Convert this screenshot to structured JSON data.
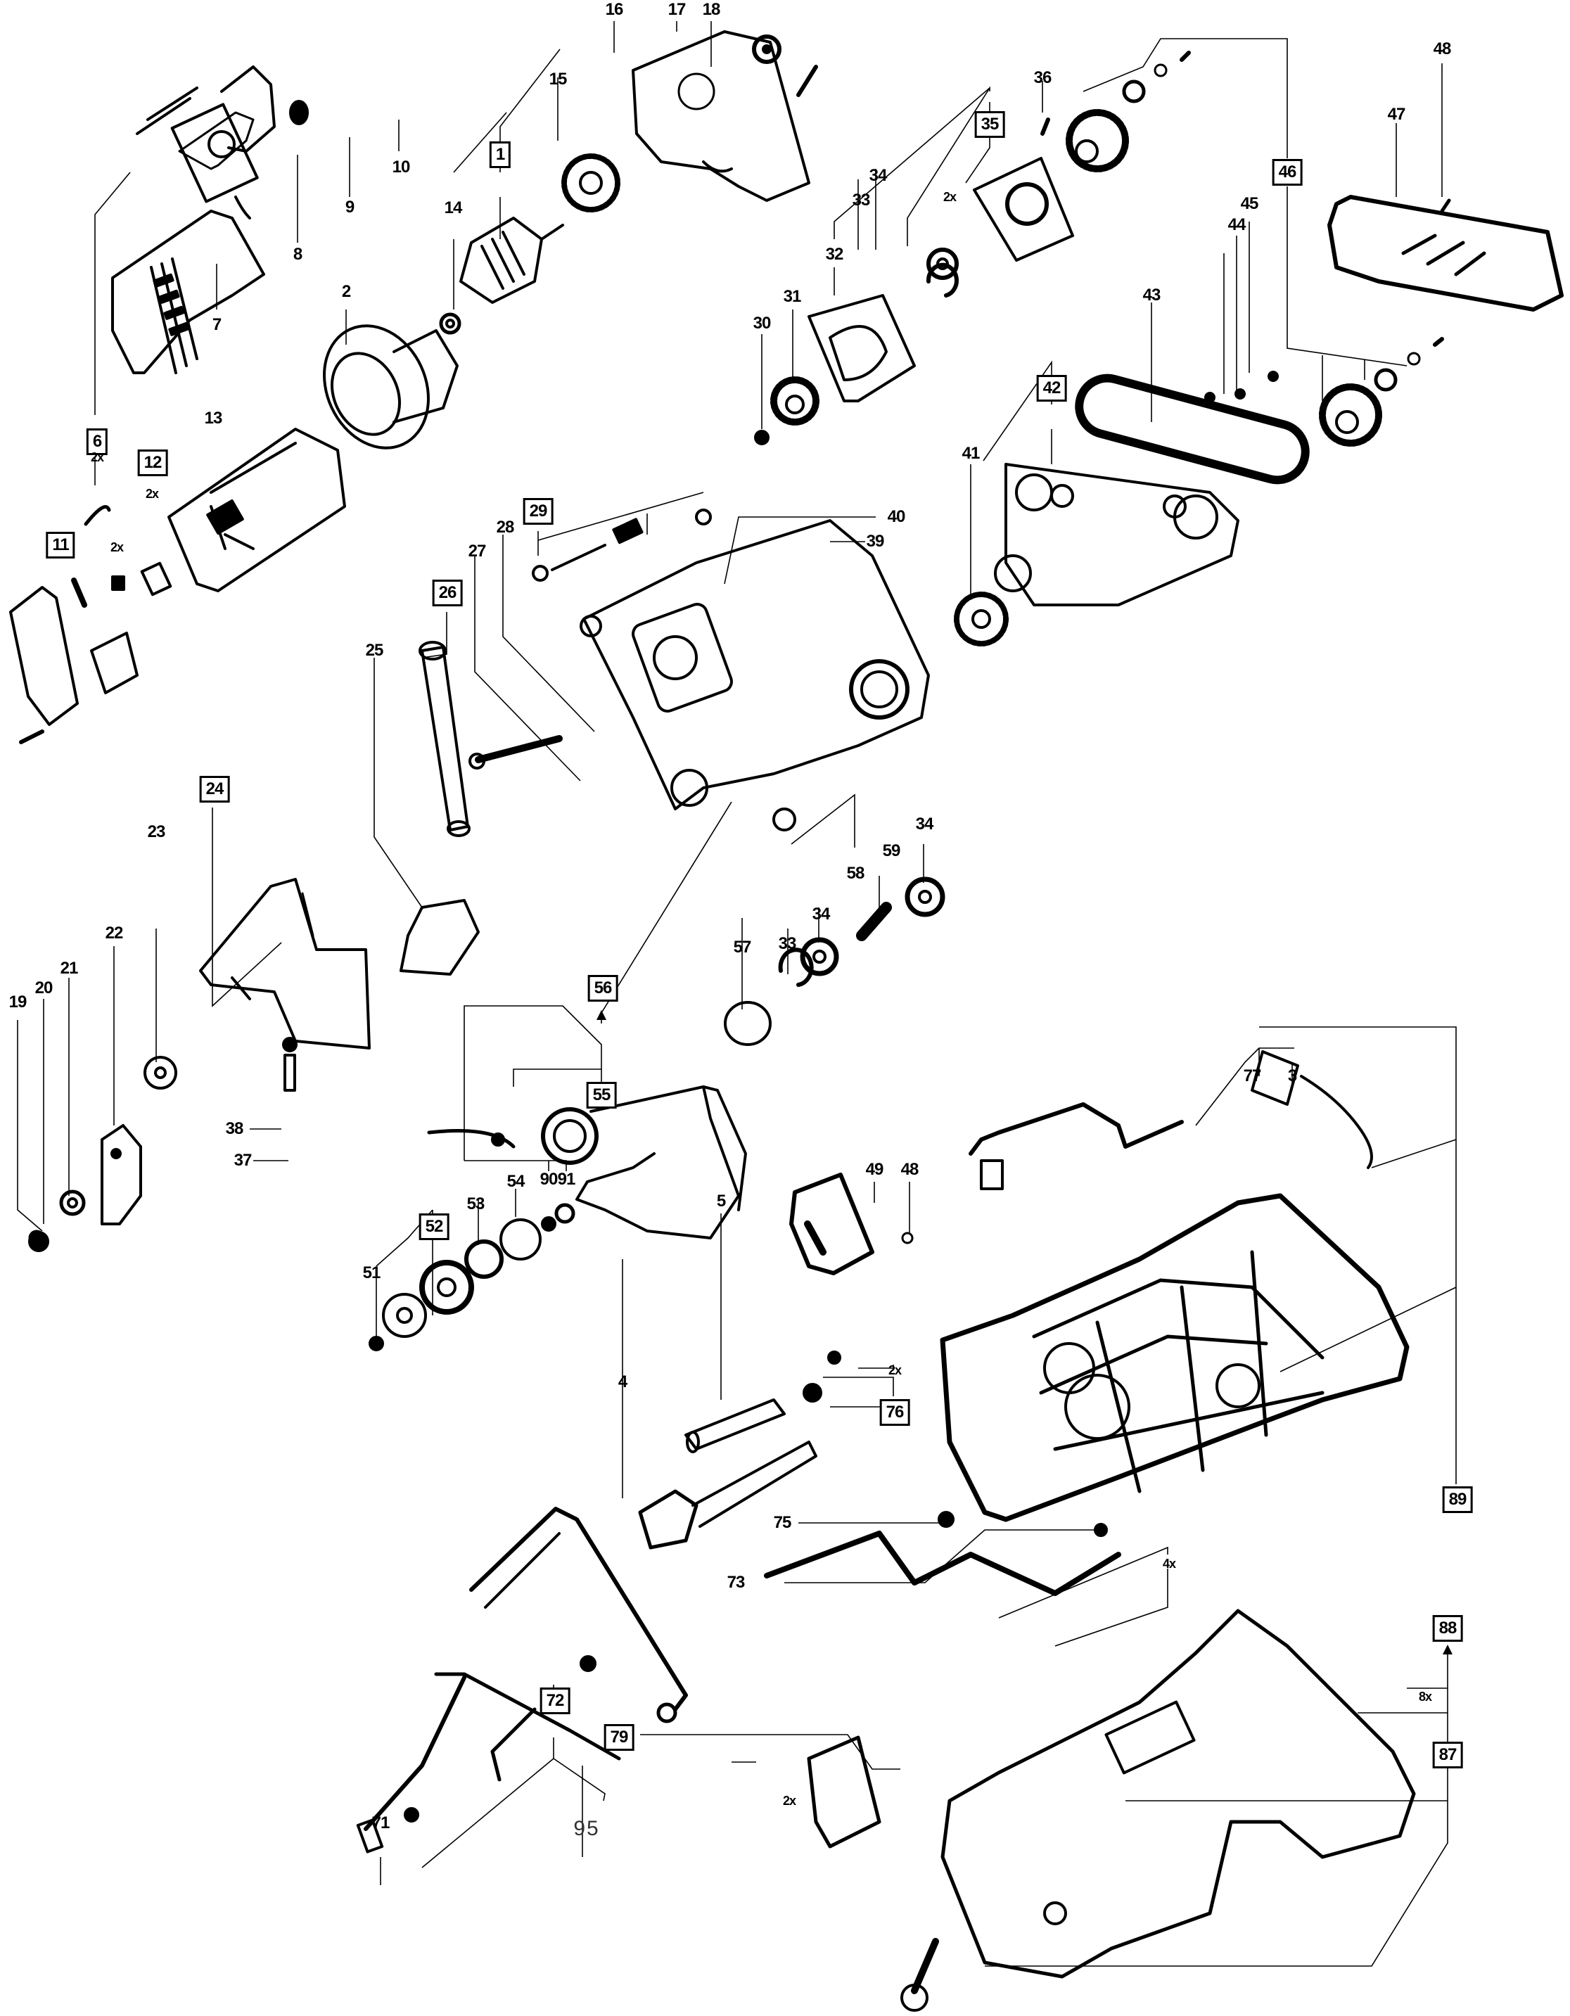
{
  "diagram": {
    "title": "Exploded parts diagram",
    "colors": {
      "ink": "#000000",
      "background": "#ffffff",
      "label_95": "#333333"
    },
    "part_labels": [
      {
        "id": "1",
        "boxed": true
      },
      {
        "id": "2",
        "boxed": false
      },
      {
        "id": "3",
        "boxed": false
      },
      {
        "id": "4",
        "boxed": false
      },
      {
        "id": "5",
        "boxed": false
      },
      {
        "id": "6",
        "boxed": true
      },
      {
        "id": "7",
        "boxed": false
      },
      {
        "id": "8",
        "boxed": false
      },
      {
        "id": "9",
        "boxed": false
      },
      {
        "id": "10",
        "boxed": false
      },
      {
        "id": "11",
        "boxed": true
      },
      {
        "id": "12",
        "boxed": true
      },
      {
        "id": "13",
        "boxed": false
      },
      {
        "id": "14",
        "boxed": false
      },
      {
        "id": "15",
        "boxed": false
      },
      {
        "id": "16",
        "boxed": false
      },
      {
        "id": "17",
        "boxed": false
      },
      {
        "id": "18",
        "boxed": false
      },
      {
        "id": "19",
        "boxed": false
      },
      {
        "id": "20",
        "boxed": false
      },
      {
        "id": "21",
        "boxed": false
      },
      {
        "id": "22",
        "boxed": false
      },
      {
        "id": "23",
        "boxed": false
      },
      {
        "id": "24",
        "boxed": true
      },
      {
        "id": "25",
        "boxed": false
      },
      {
        "id": "26",
        "boxed": true
      },
      {
        "id": "27",
        "boxed": false
      },
      {
        "id": "28",
        "boxed": false
      },
      {
        "id": "29",
        "boxed": true
      },
      {
        "id": "30",
        "boxed": false
      },
      {
        "id": "31",
        "boxed": false
      },
      {
        "id": "32",
        "boxed": false
      },
      {
        "id": "33",
        "boxed": false
      },
      {
        "id": "34",
        "boxed": false
      },
      {
        "id": "35",
        "boxed": true
      },
      {
        "id": "36",
        "boxed": false
      },
      {
        "id": "37",
        "boxed": false
      },
      {
        "id": "38",
        "boxed": false
      },
      {
        "id": "39",
        "boxed": false
      },
      {
        "id": "40",
        "boxed": false
      },
      {
        "id": "41",
        "boxed": false
      },
      {
        "id": "42",
        "boxed": true
      },
      {
        "id": "43",
        "boxed": false
      },
      {
        "id": "44",
        "boxed": false
      },
      {
        "id": "45",
        "boxed": false
      },
      {
        "id": "46",
        "boxed": true
      },
      {
        "id": "47",
        "boxed": false
      },
      {
        "id": "48",
        "boxed": false
      },
      {
        "id": "49",
        "boxed": false
      },
      {
        "id": "51",
        "boxed": false
      },
      {
        "id": "52",
        "boxed": true
      },
      {
        "id": "53",
        "boxed": false
      },
      {
        "id": "54",
        "boxed": false
      },
      {
        "id": "55",
        "boxed": true
      },
      {
        "id": "56",
        "boxed": true
      },
      {
        "id": "57",
        "boxed": false
      },
      {
        "id": "58",
        "boxed": false
      },
      {
        "id": "59",
        "boxed": false
      },
      {
        "id": "71",
        "boxed": false
      },
      {
        "id": "72",
        "boxed": true
      },
      {
        "id": "73",
        "boxed": false
      },
      {
        "id": "75",
        "boxed": false
      },
      {
        "id": "76",
        "boxed": true
      },
      {
        "id": "77",
        "boxed": false
      },
      {
        "id": "79",
        "boxed": true
      },
      {
        "id": "87",
        "boxed": true
      },
      {
        "id": "88",
        "boxed": true
      },
      {
        "id": "89",
        "boxed": true
      },
      {
        "id": "90",
        "boxed": false
      },
      {
        "id": "91",
        "boxed": false
      },
      {
        "id": "95",
        "boxed": false
      }
    ],
    "quantity_labels": [
      "2x",
      "2x",
      "2x",
      "2x",
      "2x",
      "2x",
      "4x",
      "8x"
    ]
  }
}
